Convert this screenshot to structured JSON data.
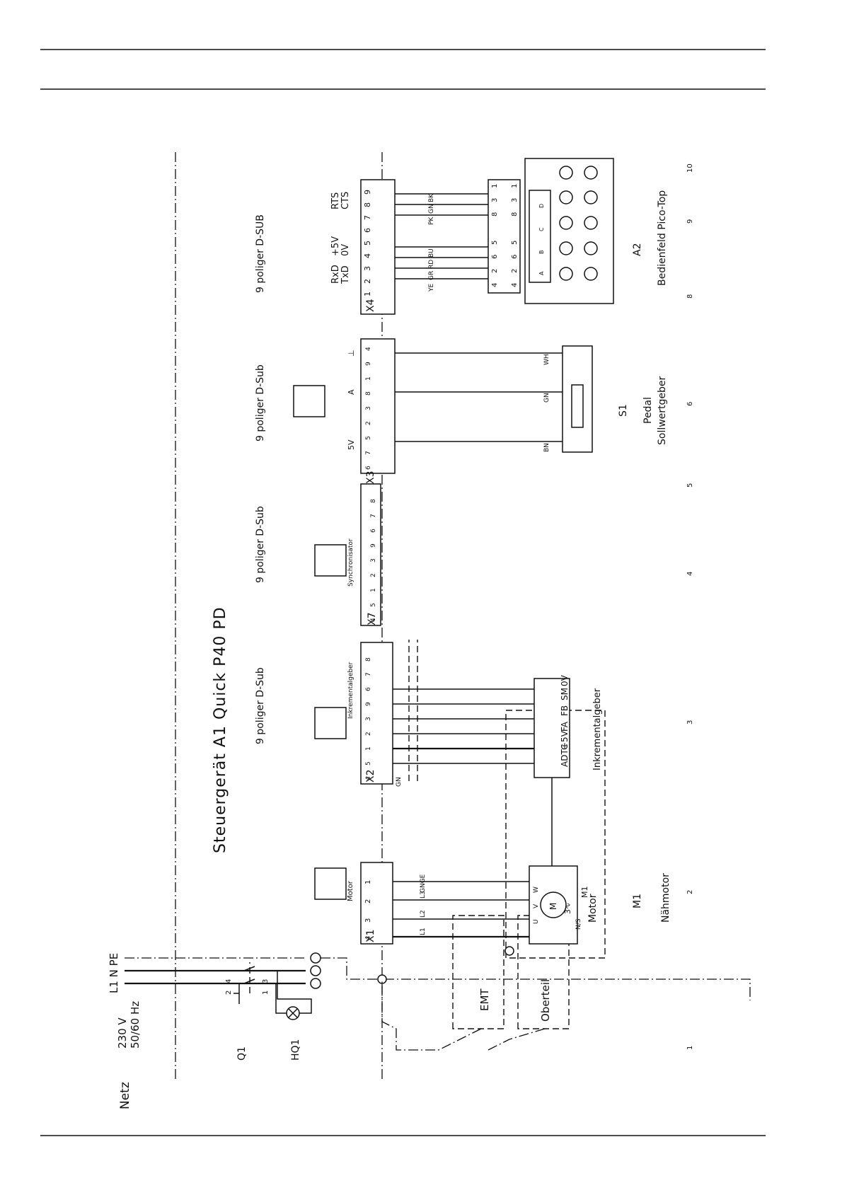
{
  "diagram": {
    "title": "Steuergerät A1  Quick P40 PD",
    "mains": {
      "label": "Netz",
      "voltage": "230 V",
      "frequency": "50/60 Hz",
      "phases": "L1 N PE",
      "switch": "Q1",
      "lamp": "HQ1",
      "switch_pins": [
        "2",
        "4",
        "1",
        "3"
      ]
    },
    "connectors": {
      "x1": {
        "name": "X1",
        "header": "Motor",
        "pins": [
          "4",
          "3",
          "2",
          "1"
        ],
        "inner_pins": [
          "4",
          "3",
          "2",
          "1"
        ],
        "wires": [
          "L1",
          "L2",
          "L3",
          "GNGE"
        ]
      },
      "x2": {
        "name": "X2",
        "header": "9 poliger D-Sub",
        "icon_label": "Inkrementalgeber",
        "pins": [
          "4",
          "5",
          "1",
          "2",
          "3",
          "9",
          "6",
          "7",
          "8"
        ],
        "ground_wire": "GN"
      },
      "x7": {
        "name": "X7",
        "header": "9 poliger D-Sub",
        "icon_label": "Synchronisator",
        "pins": [
          "4",
          "5",
          "1",
          "2",
          "3",
          "9",
          "6",
          "7",
          "8"
        ]
      },
      "x3": {
        "name": "X3",
        "header": "9 poliger D-Sub",
        "pins": [
          "6",
          "7",
          "5",
          "2",
          "3",
          "8",
          "1",
          "9",
          "4"
        ],
        "signals": [
          "5V",
          "A",
          "⊥"
        ],
        "wires": [
          "BN",
          "GN",
          "WH"
        ]
      },
      "x4": {
        "name": "X4",
        "header": "9 poliger D-SUB",
        "pins": [
          "1",
          "2",
          "3",
          "4",
          "5",
          "6",
          "7",
          "8",
          "9"
        ],
        "inner_pins": [
          "2",
          "3",
          "4",
          "5",
          "7",
          "8"
        ],
        "signals": [
          "RxD",
          "TxD",
          "+5V",
          "0V",
          "RTS",
          "CTS"
        ],
        "wires": [
          "YE",
          "GR",
          "RD",
          "BU",
          "PK",
          "GN",
          "BK"
        ]
      }
    },
    "motor": {
      "id": "M1",
      "label": "Motor",
      "description": "Nähmotor",
      "terminals": [
        "U",
        "V",
        "W"
      ],
      "symbol": "M",
      "phase": "3∿",
      "ns": "N/S"
    },
    "encoder": {
      "label": "Inkrementalgeber",
      "signals": [
        "ADTC",
        "+5V",
        "FA",
        "FB",
        "SM",
        "0V"
      ]
    },
    "pedal": {
      "id": "S1",
      "label": "Pedal",
      "description": "Sollwertgeber"
    },
    "panel": {
      "id": "A2",
      "label": "Bedienfeld Pico-Top",
      "plug_pins_outer": [
        "4",
        "2",
        "6",
        "5",
        "8",
        "3",
        "1"
      ],
      "plug_pins_inner": [
        "4",
        "2",
        "6",
        "5",
        "8",
        "3",
        "1"
      ],
      "segments": [
        "A",
        "B",
        "C",
        "D"
      ]
    },
    "accessories": {
      "emt": "EMT",
      "oberteil": "Oberteil"
    },
    "columns": [
      "1",
      "2",
      "3",
      "4",
      "5",
      "6",
      "8",
      "9",
      "10"
    ]
  }
}
